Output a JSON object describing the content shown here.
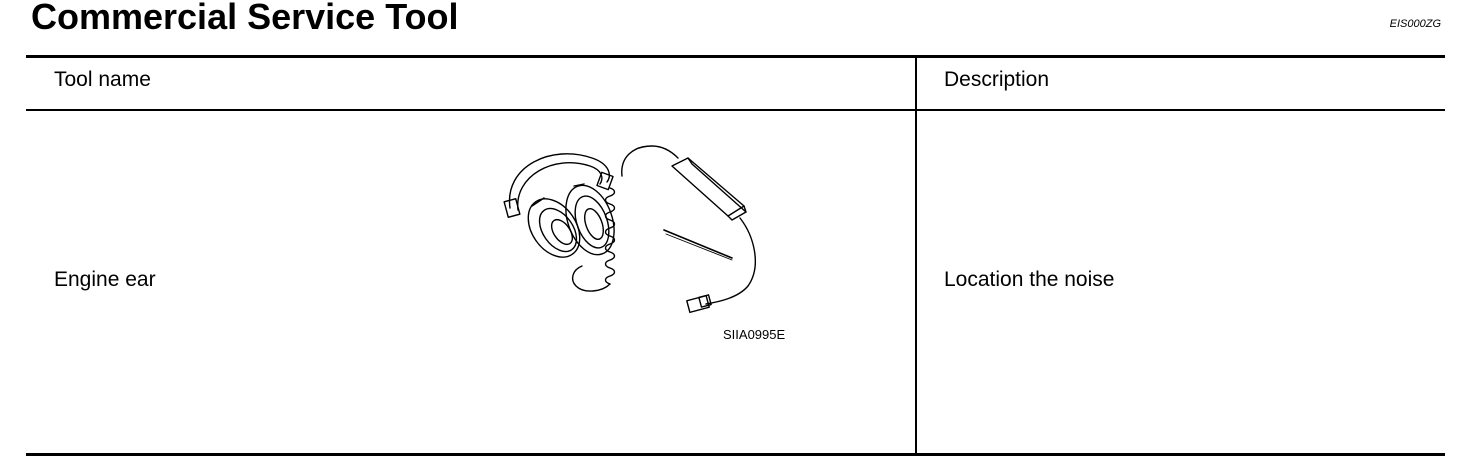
{
  "header": {
    "title": "Commercial Service Tool",
    "doc_code": "EIS000ZG"
  },
  "table": {
    "columns": [
      "Tool name",
      "Description"
    ],
    "rows": [
      {
        "tool_name": "Engine ear",
        "figure_code": "SIIA0995E",
        "description": "Location the noise"
      }
    ]
  },
  "icons": {
    "illustration": "engine-ear-headset-illustration"
  }
}
